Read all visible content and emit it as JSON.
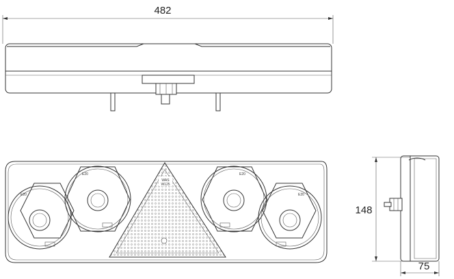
{
  "dimensions": {
    "width_label": "482",
    "height_label": "148",
    "depth_label": "75"
  },
  "markings": {
    "triangle_brand": "WAS",
    "triangle_code": "W125",
    "lamp_codes": [
      "E20",
      "E20",
      "E20",
      "E20"
    ]
  }
}
